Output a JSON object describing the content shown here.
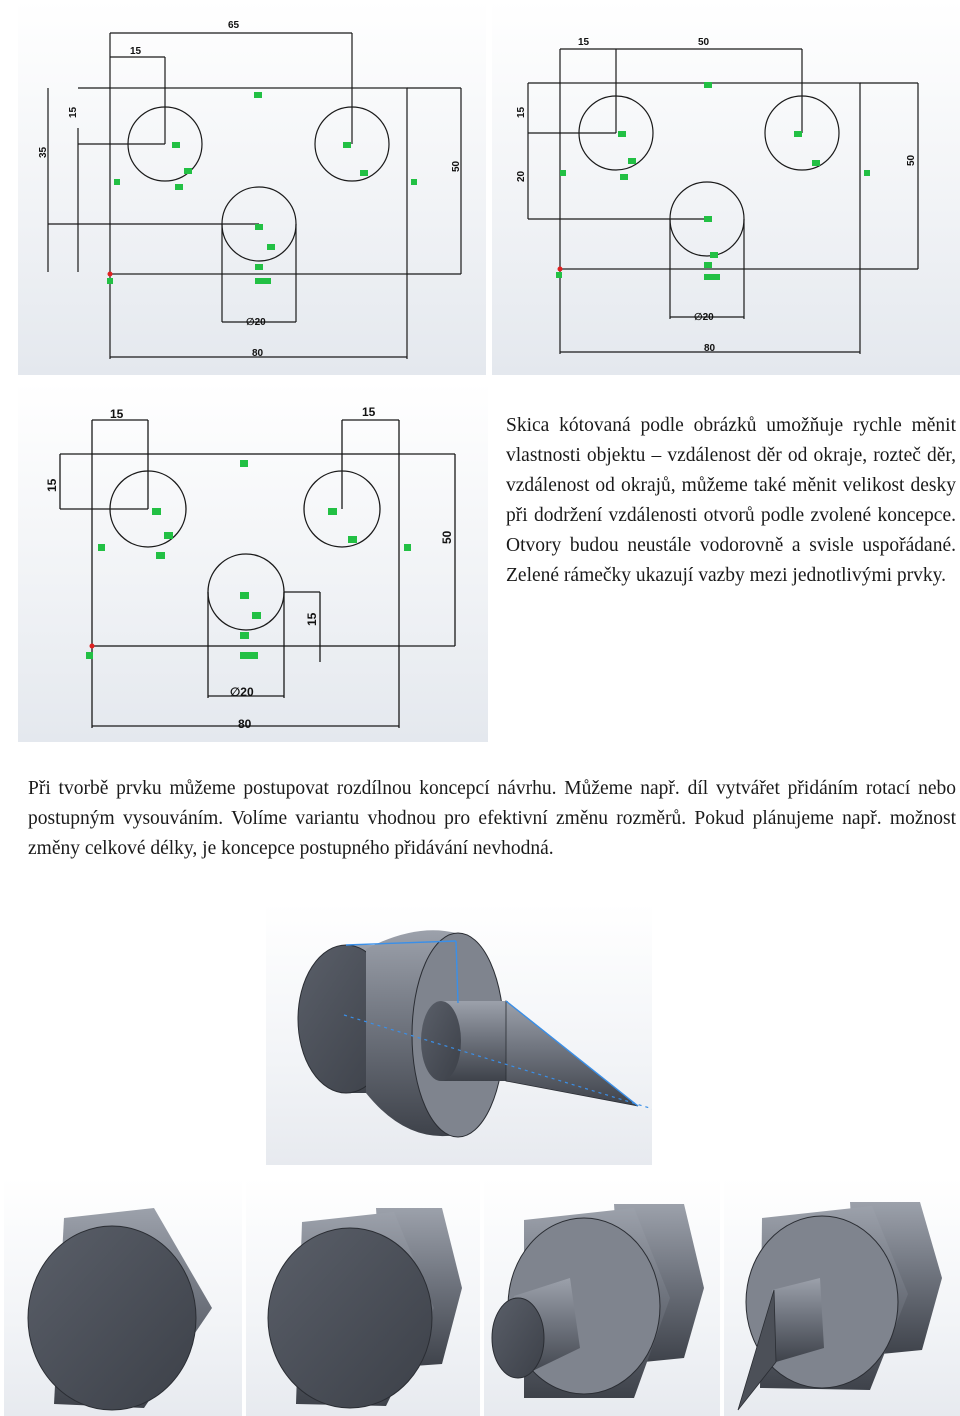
{
  "sketch_top_left": {
    "dims": {
      "d65": "65",
      "d15a": "15",
      "d15b": "15",
      "d35": "35",
      "d50": "50",
      "d20": "∅20",
      "d80": "80"
    }
  },
  "sketch_top_right": {
    "dims": {
      "d15a": "15",
      "d50a": "50",
      "d15b": "15",
      "d20a": "20",
      "d50b": "50",
      "d20": "∅20",
      "d80": "80"
    }
  },
  "sketch_mid": {
    "dims": {
      "d15a": "15",
      "d15b": "15",
      "d15c": "15",
      "d50": "50",
      "d15d": "15",
      "d20": "∅20",
      "d80": "80"
    }
  },
  "text": {
    "p1": "Skica kótovaná podle obrázků umožňuje rychle měnit vlastnosti objektu – vzdálenost děr od okraje, rozteč děr, vzdálenost od okrajů, můžeme také měnit velikost desky při dodržení vzdálenosti otvorů podle zvolené koncepce. Otvory budou neustále vodorovně a svisle uspořádané. Zelené rámečky ukazují vazby mezi jednotlivými prvky.",
    "p2": "Při tvorbě prvku můžeme postupovat rozdílnou koncepcí návrhu. Můžeme např. díl vytvářet přidáním rotací nebo postupným vysouváním. Volíme variantu vhodnou pro efektivní změnu rozměrů. Pokud plánujeme např. možnost změny celkové délky, je koncepce postupného přidávání nevhodná."
  },
  "colors": {
    "relation_box": "#22c044",
    "sketch_line": "#1a1a1a",
    "model_edge": "#3a8fe8",
    "model_grey": "#6a6f7a"
  }
}
